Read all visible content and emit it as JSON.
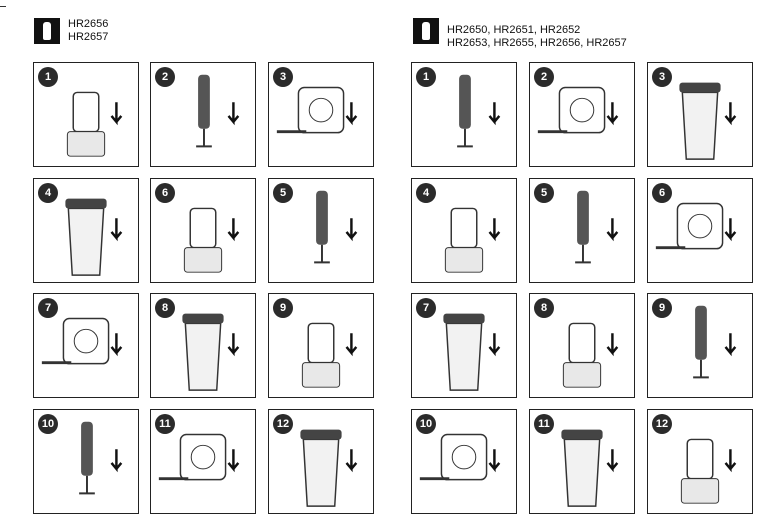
{
  "left_section": {
    "models": [
      "HR2656",
      "HR2657"
    ],
    "steps": [
      "1",
      "2",
      "3",
      "4",
      "6",
      "5",
      "7",
      "8",
      "9",
      "10",
      "11",
      "12"
    ]
  },
  "right_section": {
    "models": [
      "HR2650, HR2651, HR2652",
      "HR2653, HR2655, HR2656, HR2657"
    ],
    "steps": [
      "1",
      "2",
      "3",
      "4",
      "5",
      "6",
      "7",
      "8",
      "9",
      "10",
      "11",
      "12"
    ]
  }
}
